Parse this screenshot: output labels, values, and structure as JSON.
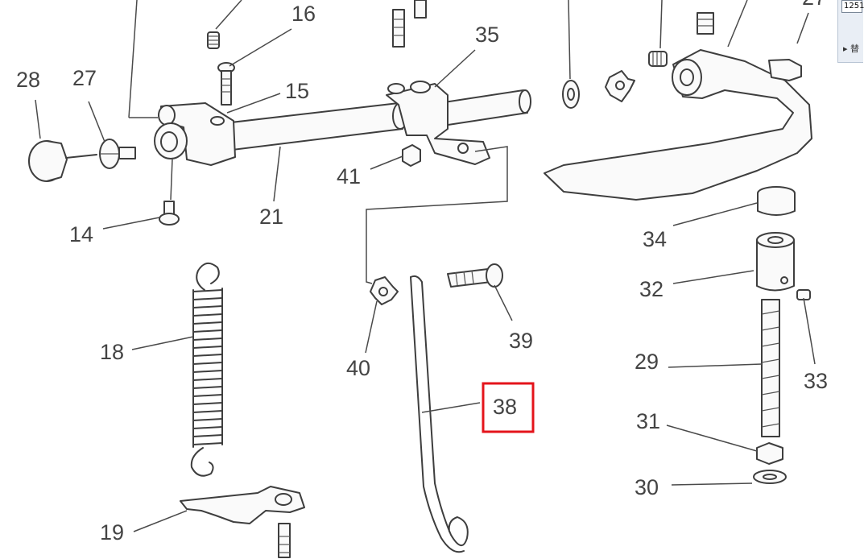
{
  "diagram": {
    "part_labels": [
      "28",
      "27",
      "16",
      "15",
      "35",
      "27",
      "14",
      "21",
      "41",
      "34",
      "32",
      "33",
      "29",
      "31",
      "30",
      "18",
      "19",
      "40",
      "39",
      "38"
    ],
    "highlighted_label": "38",
    "highlight_color": "#e4141b"
  },
  "side_panel": {
    "input_value": "1251",
    "item_label": "替"
  }
}
